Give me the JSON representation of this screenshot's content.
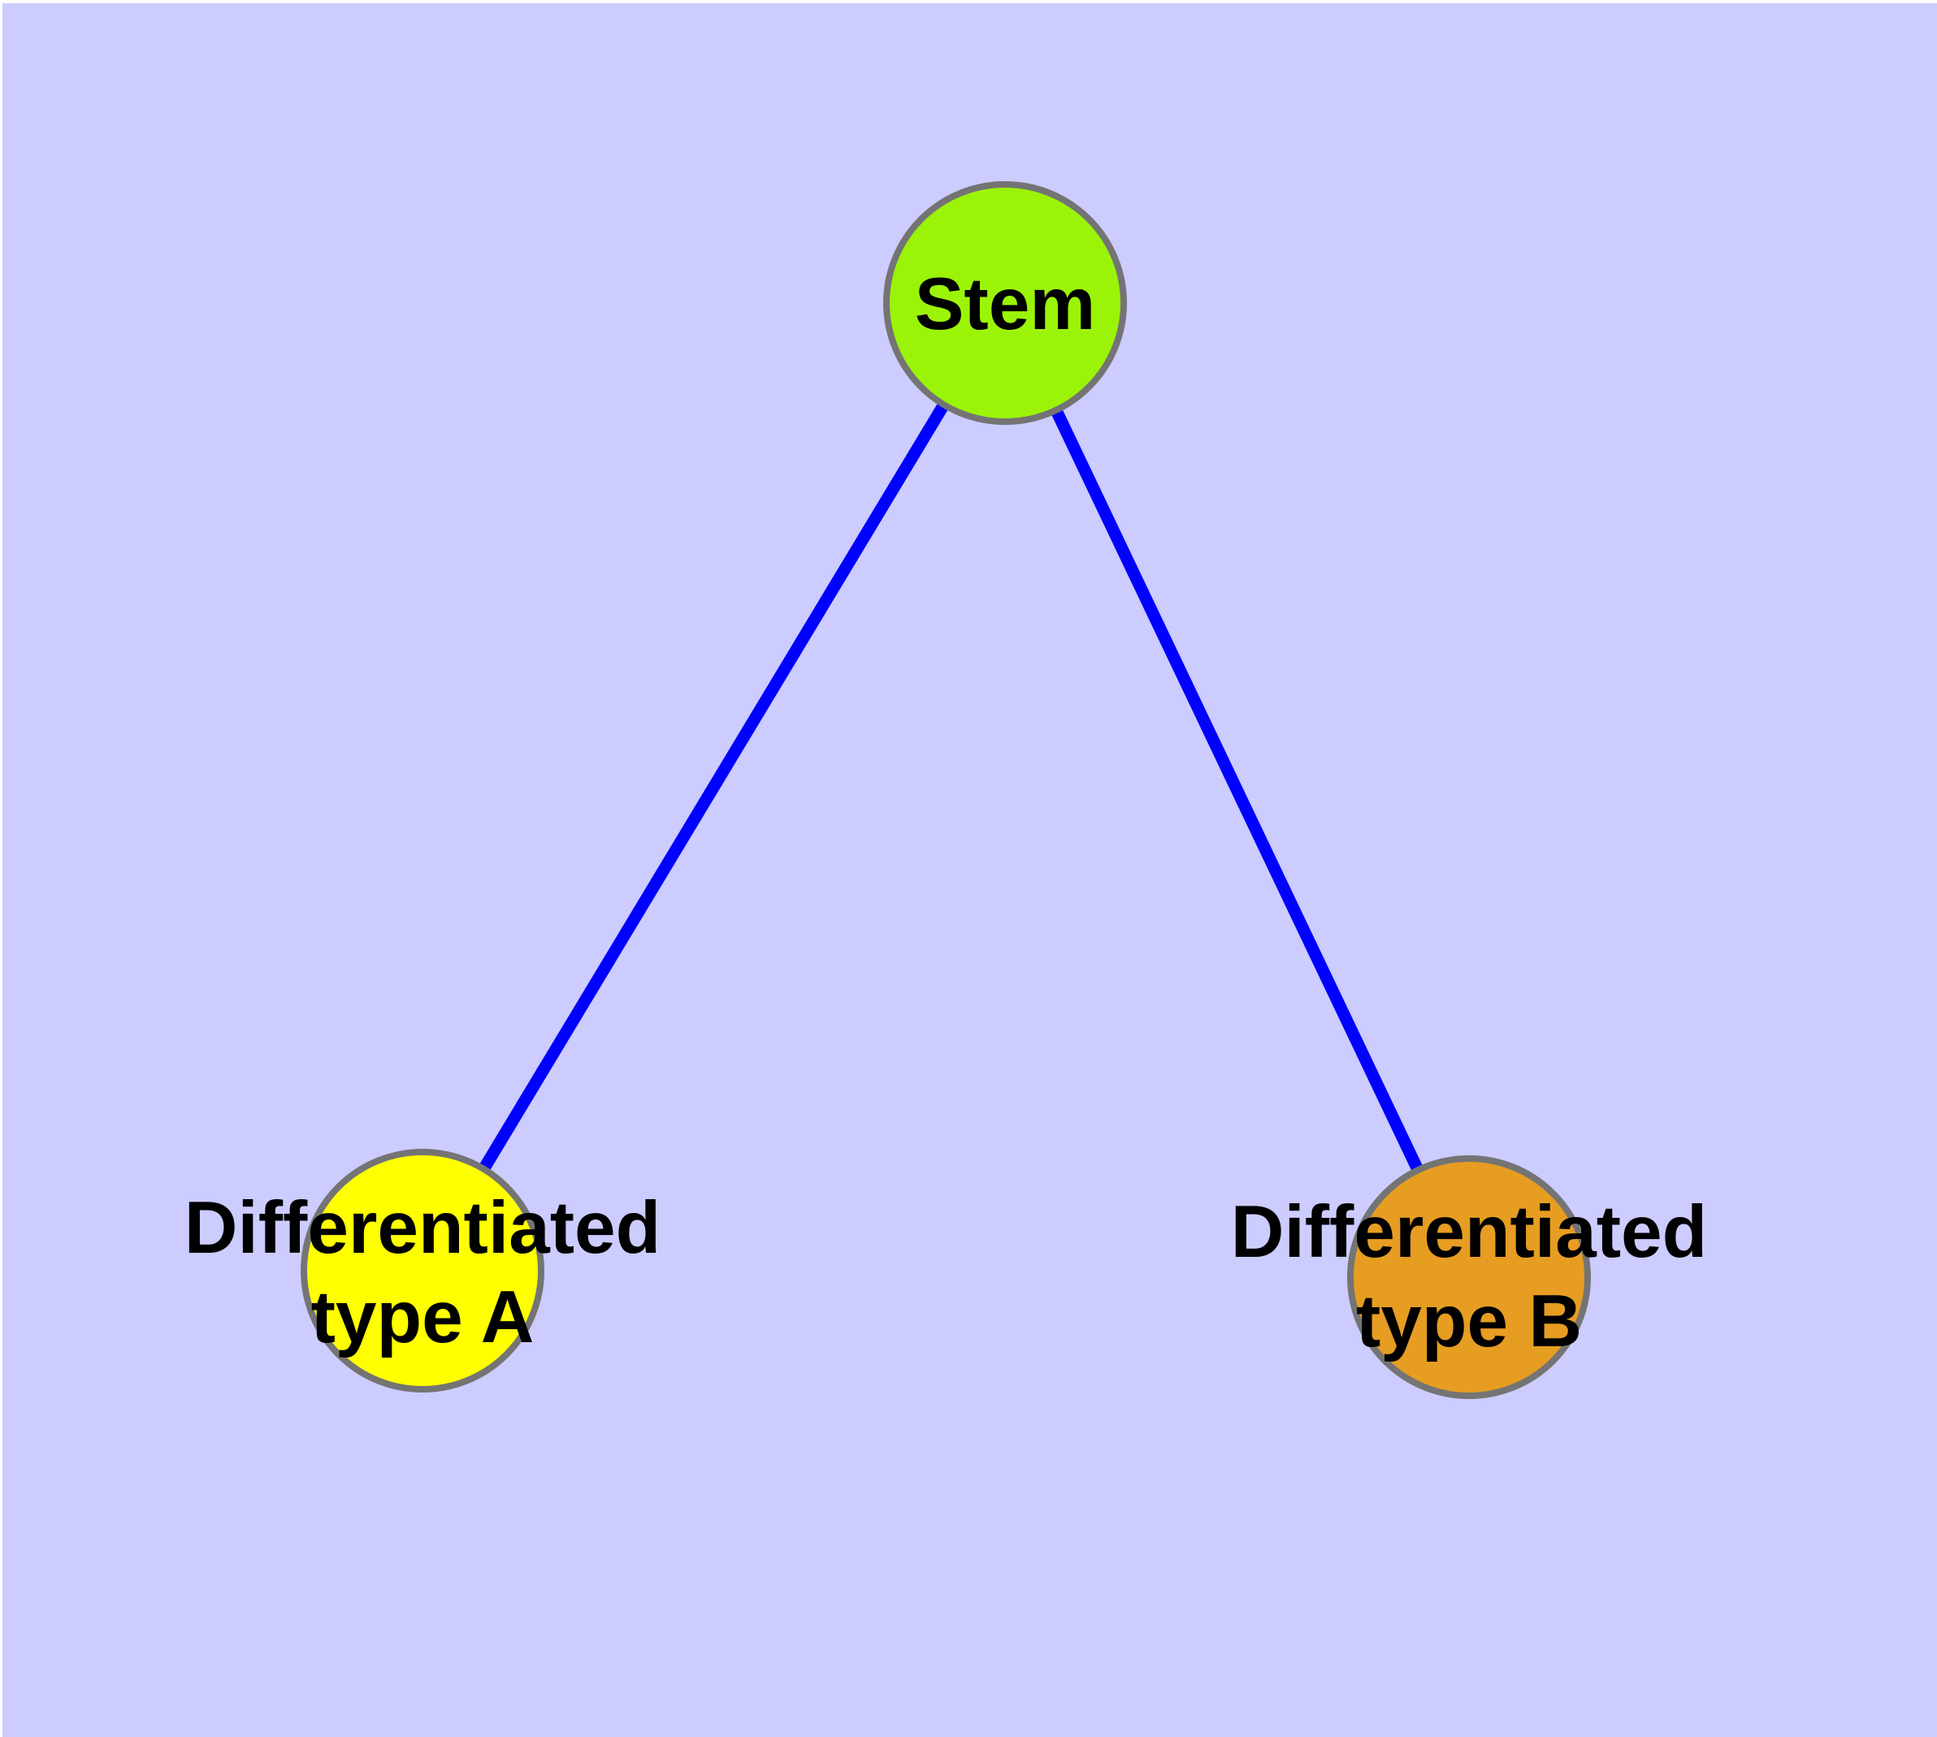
{
  "figure": {
    "background_color": "#CCCCFF",
    "margin_color": "#FFFFFF"
  },
  "graph": {
    "type": "node-link-diagram",
    "edge_color": "#0000FF",
    "node_border_color": "#747474",
    "label_color": "#000000",
    "nodes": [
      {
        "id": "stem",
        "label": "Stem",
        "fill": "#9BF408"
      },
      {
        "id": "type-a",
        "label_line1": "Differentiated",
        "label_line2": "type A",
        "fill": "#FFFF00"
      },
      {
        "id": "type-b",
        "label_line1": "Differentiated",
        "label_line2": "type B",
        "fill": "#E69D22"
      }
    ],
    "edges": [
      {
        "from": "stem",
        "to": "type-a"
      },
      {
        "from": "stem",
        "to": "type-b"
      }
    ]
  }
}
